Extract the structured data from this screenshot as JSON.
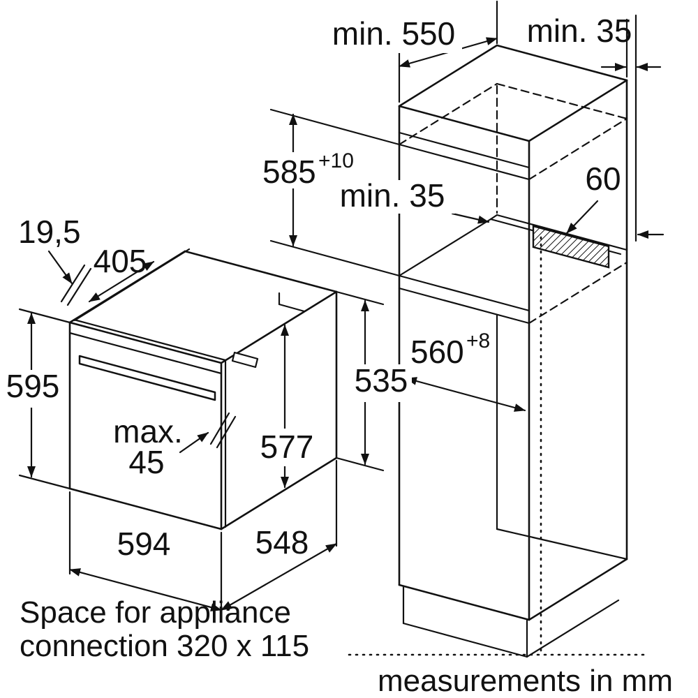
{
  "cabinet": {
    "niche_depth": "min. 550",
    "wall_gap": "min. 35",
    "niche_height": "585",
    "niche_height_tol": "+10",
    "rear_gap": "min. 35",
    "vent_gap": "60",
    "niche_width": "560",
    "niche_width_tol": "+8"
  },
  "oven": {
    "door_overhang": "19,5",
    "top_recess": "405",
    "height": "595",
    "door_protrusion_label": "max.",
    "door_protrusion_value": "45",
    "body_height": "577",
    "side_height": "535",
    "width": "594",
    "depth": "548"
  },
  "notes": {
    "connection_line1": "Space for appliance",
    "connection_line2": "connection 320 x 115",
    "units": "measurements in mm"
  },
  "colors": {
    "line": "#111111",
    "background": "#ffffff"
  }
}
